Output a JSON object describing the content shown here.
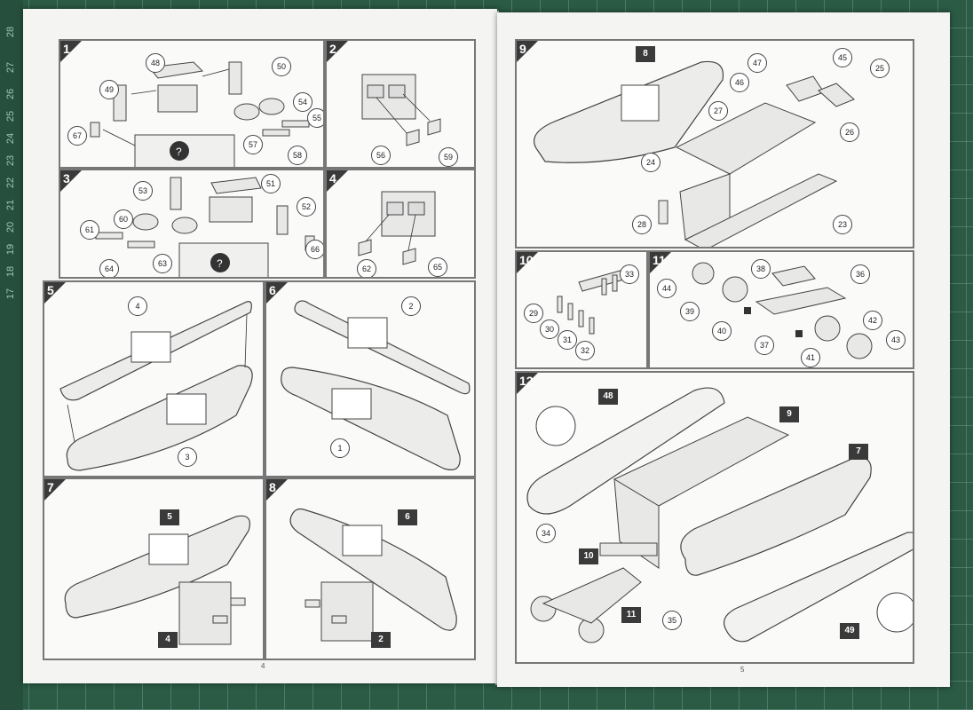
{
  "ruler": [
    "28",
    "27",
    "26",
    "25",
    "24",
    "23",
    "22",
    "21",
    "20",
    "19",
    "18",
    "17"
  ],
  "left_page": {
    "page_number": "4",
    "steps": [
      {
        "label": "1",
        "callouts": [
          "48",
          "50",
          "49",
          "54",
          "55",
          "67",
          "57",
          "58"
        ]
      },
      {
        "label": "2",
        "callouts": [
          "56",
          "59"
        ]
      },
      {
        "label": "3",
        "callouts": [
          "51",
          "53",
          "52",
          "60",
          "61",
          "63",
          "66",
          "64"
        ]
      },
      {
        "label": "4",
        "callouts": [
          "62",
          "65"
        ]
      },
      {
        "label": "5",
        "callouts": [
          "4",
          "3"
        ]
      },
      {
        "label": "6",
        "callouts": [
          "2",
          "1"
        ]
      },
      {
        "label": "7",
        "tags": [
          "5",
          "4"
        ]
      },
      {
        "label": "8",
        "tags": [
          "6",
          "2"
        ]
      }
    ]
  },
  "right_page": {
    "page_number": "5",
    "steps": [
      {
        "label": "9",
        "tags": [
          "8"
        ],
        "callouts": [
          "47",
          "45",
          "25",
          "46",
          "27",
          "26",
          "24",
          "28",
          "23"
        ]
      },
      {
        "label": "10",
        "callouts": [
          "33",
          "29",
          "30",
          "31",
          "32"
        ]
      },
      {
        "label": "11",
        "callouts": [
          "38",
          "36",
          "44",
          "39",
          "40",
          "37",
          "42",
          "43",
          "41"
        ]
      },
      {
        "label": "12",
        "tags": [
          "48",
          "9",
          "7",
          "10",
          "11",
          "49"
        ],
        "callouts": [
          "34",
          "35"
        ]
      }
    ]
  },
  "colors": {
    "mat": "#2b5a45",
    "paper": "#f4f4f2",
    "step_badge": "#3a3a3a"
  }
}
